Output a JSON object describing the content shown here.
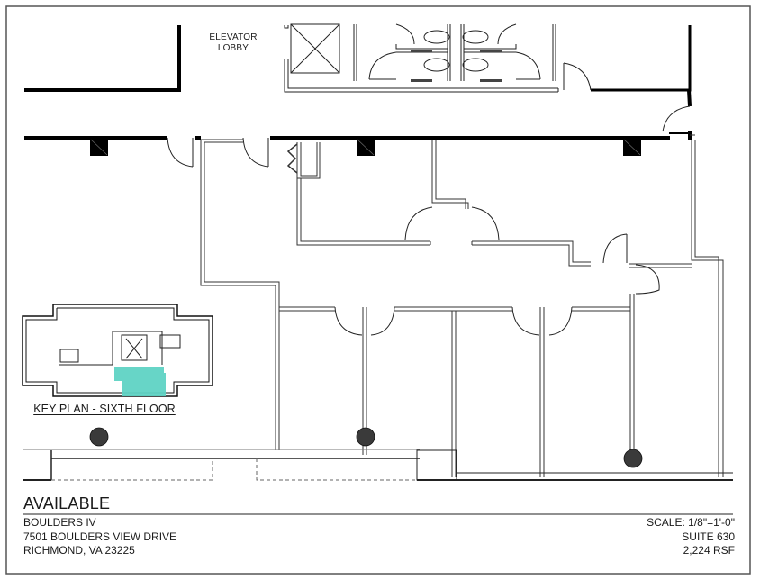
{
  "plan": {
    "elevator_lobby_label": [
      "ELEVATOR",
      "LOBBY"
    ],
    "key_plan": {
      "title": "KEY PLAN - SIXTH FLOOR",
      "highlight_color": "#5fd3c4"
    },
    "colors": {
      "wall_heavy": "#000000",
      "wall_light": "#333333",
      "column_dot": "#333333",
      "border": "#555555"
    }
  },
  "title_block": {
    "status": "AVAILABLE",
    "building": "BOULDERS IV",
    "street": "7501 BOULDERS VIEW DRIVE",
    "city": "RICHMOND, VA 23225",
    "scale": "SCALE:  1/8\"=1'-0\"",
    "suite": "SUITE 630",
    "area": "2,224 RSF"
  }
}
